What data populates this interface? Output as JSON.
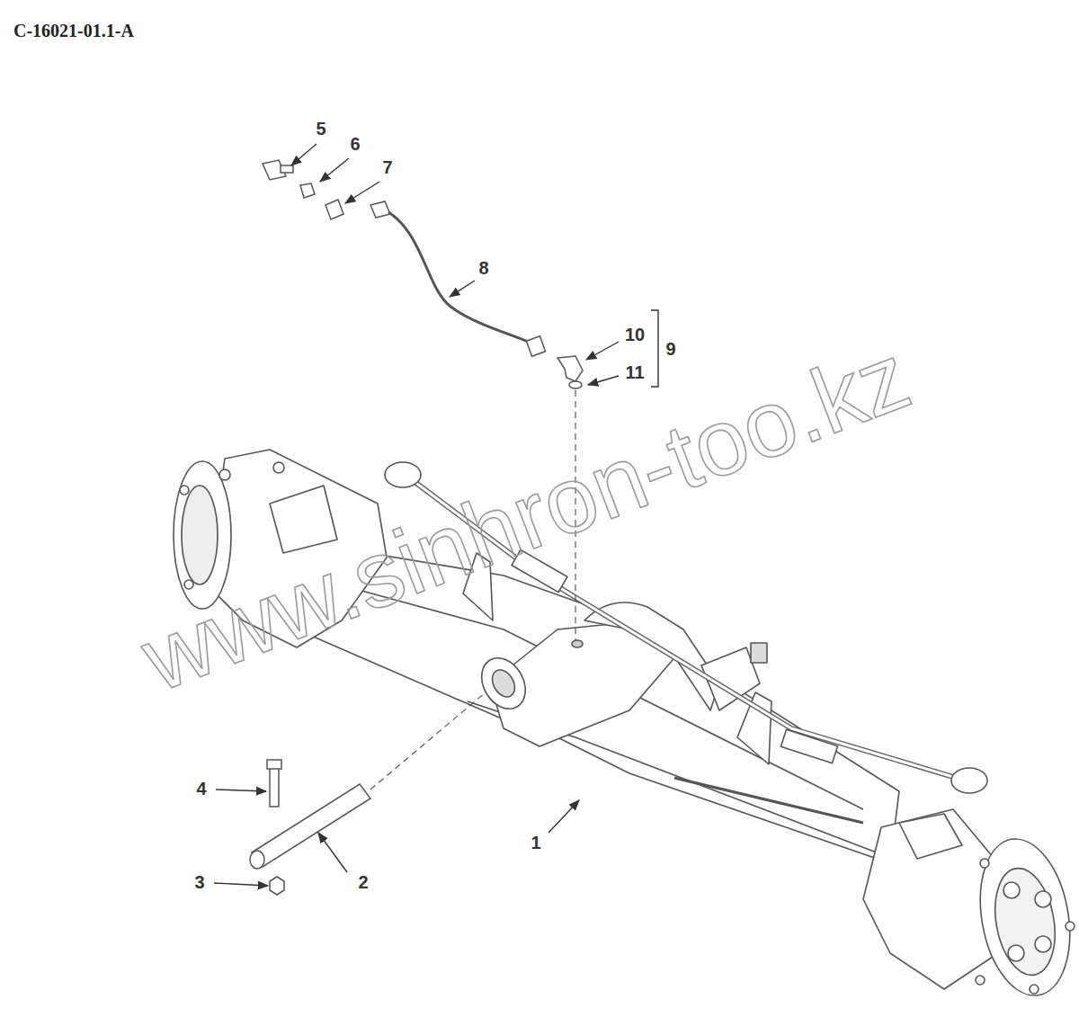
{
  "diagram": {
    "title": "C-16021-01.1-A",
    "labels": [
      "5",
      "6",
      "7",
      "8",
      "10",
      "11",
      "9",
      "4",
      "3",
      "2",
      "1",
      "www.sinhron-too.kz"
    ]
  }
}
